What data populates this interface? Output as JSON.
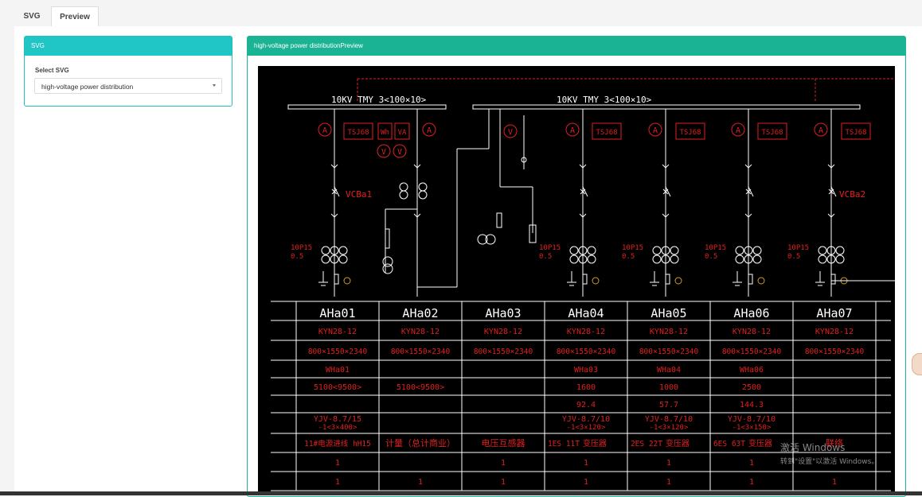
{
  "tabs": [
    "SVG",
    "Preview"
  ],
  "left_panel": {
    "header": "SVG",
    "select_label": "Select SVG",
    "selected_value": "high-voltage power distribution"
  },
  "right_panel": {
    "header": "high-voltage power distributionPreview"
  },
  "diagram": {
    "bus_left_label": "10KV  TMY  3<100×10>",
    "bus_right_label": "10KV  TMY  3<100×10>",
    "meter_labels": [
      "TSJ68",
      "TSJ68",
      "TSJ68",
      "TSJ68",
      "TSJ68"
    ],
    "meter_wh": "Wh",
    "meter_va": "VA",
    "symbol_a": "A",
    "symbol_v": "V",
    "breaker_left": "VCBa1",
    "breaker_right": "VCBa2",
    "ct_rating_top": "10P15",
    "ct_rating_bottom": "0.5",
    "columns": [
      "AHa01",
      "AHa02",
      "AHa03",
      "AHa04",
      "AHa05",
      "AHa06",
      "AHa07"
    ],
    "row_model": [
      "KYN28-12",
      "KYN28-12",
      "KYN28-12",
      "KYN28-12",
      "KYN28-12",
      "KYN28-12",
      "KYN28-12"
    ],
    "row_dims": [
      "800×1550×2340",
      "800×1550×2340",
      "800×1550×2340",
      "800×1550×2340",
      "800×1550×2340",
      "800×1550×2340",
      "800×1550×2340"
    ],
    "row_code": [
      "WHa01",
      "",
      "",
      "WHa03",
      "WHa04",
      "WHa06",
      ""
    ],
    "row_rating": [
      "5100<9500>",
      "5100<9500>",
      "",
      "1600",
      "1000",
      "2500",
      ""
    ],
    "row_current": [
      "",
      "",
      "",
      "92.4",
      "57.7",
      "144.3",
      ""
    ],
    "row_cable_1": [
      "YJV-8.7/15",
      "",
      "",
      "YJV-8.7/10",
      "YJV-8.7/10",
      "YJV-8.7/10",
      ""
    ],
    "row_cable_2": [
      "-1<3×400>",
      "",
      "",
      "-1<3×120>",
      "-1<3×120>",
      "-1<3×150>",
      ""
    ],
    "row_name_a": [
      "11#电源进线 hH15",
      "",
      "",
      "1ES 11T",
      "2ES 22T",
      "6ES 63T",
      ""
    ],
    "row_name_b": [
      "",
      "计量（总计商业）",
      "电压互感器",
      "变压器",
      "变压器",
      "变压器",
      "联络"
    ],
    "row_qty1": [
      "1",
      "",
      "1",
      "1",
      "1",
      "1",
      ""
    ],
    "row_qty2": [
      "1",
      "1",
      "1",
      "1",
      "1",
      "1",
      "1"
    ]
  },
  "watermark": {
    "line1": "激活 Windows",
    "line2": "转到\"设置\"以激活 Windows。"
  },
  "colors": {
    "accent": "#1ab394",
    "diagram_bg": "#000000",
    "diagram_red": "#e02020",
    "diagram_white": "#ffffff"
  }
}
